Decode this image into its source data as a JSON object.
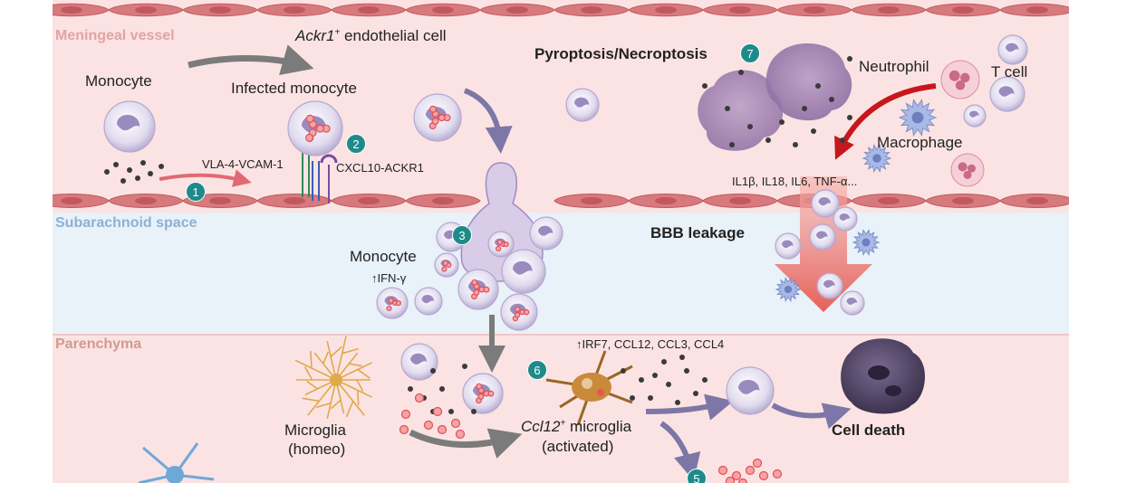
{
  "regions": {
    "meningeal_vessel": "Meningeal vessel",
    "subarachnoid_space": "Subarachnoid space",
    "parenchyma": "Parenchyma"
  },
  "labels": {
    "endothelial_name": "Ackr1",
    "endothelial_sup": "+",
    "endothelial_rest": " endothelial cell",
    "monocyte_top": "Monocyte",
    "infected_monocyte": "Infected monocyte",
    "vla4": "VLA-4-VCAM-1",
    "cxcl10": "CXCL10-ACKR1",
    "pyroptosis": "Pyroptosis/Necroptosis",
    "neutrophil": "Neutrophil",
    "t_cell": "T cell",
    "macrophage": "Macrophage",
    "cytokines": "IL1β, IL18, IL6, TNF-α...",
    "bbb": "BBB leakage",
    "monocyte_mid": "Monocyte",
    "ifn": "↑IFN-γ",
    "irf7": "↑IRF7, CCL12, CCL3, CCL4",
    "microglia_line1": "Microglia",
    "microglia_line2": "(homeo)",
    "ccl12_name": "Ccl12",
    "ccl12_sup": "+",
    "ccl12_rest": " microglia",
    "activated": "(activated)",
    "cell_death": "Cell death"
  },
  "steps": [
    "1",
    "2",
    "3",
    "5",
    "6",
    "7"
  ],
  "colors": {
    "vessel_bg": "#fbe3e3",
    "subarachnoid_bg": "#e9f1f9",
    "parenchyma_bg": "#fbe3e3",
    "endothelium": "#d77a7e",
    "step_badge": "#1f8a8a",
    "leak_arrow": "#ec7a74",
    "neutrophil_arrow": "#c8161d",
    "monocyte": "#ddd6eb",
    "microglia_activated": "#c98a3a"
  }
}
